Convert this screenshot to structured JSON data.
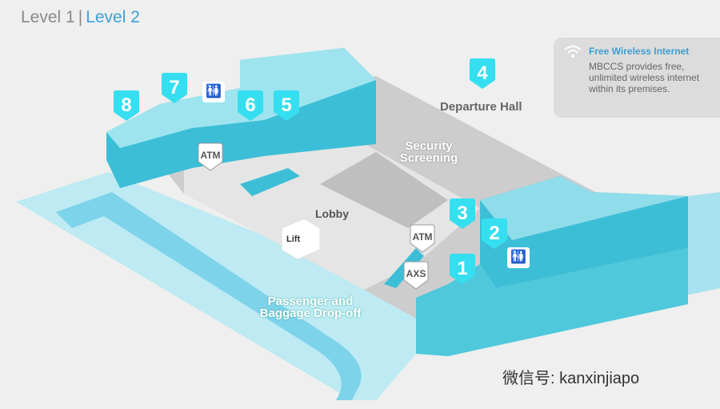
{
  "levels": {
    "level1": "Level 1",
    "separator": "|",
    "level2": "Level 2"
  },
  "info": {
    "icon": "wifi-icon",
    "title": "Free Wireless Internet",
    "body": "MBCCS provides free, unlimited wireless internet within its premises."
  },
  "labels": {
    "departure_hall": "Departure Hall",
    "security": "Security Screening",
    "lobby": "Lobby",
    "lift": "Lift",
    "dropoff": "Passenger and Baggage Drop-off"
  },
  "markers": [
    "8",
    "7",
    "6",
    "5",
    "4",
    "3",
    "2",
    "1"
  ],
  "badges": {
    "atm1": "ATM",
    "atm2": "ATM",
    "axs": "AXS"
  },
  "toilet_icon": "🚻",
  "watermark": "微信号: kanxinjiapo",
  "colors": {
    "accent": "#3fa0d8",
    "marker": "#35dff0",
    "building": "#3cbfd6",
    "floor": "#c9c9c9"
  }
}
